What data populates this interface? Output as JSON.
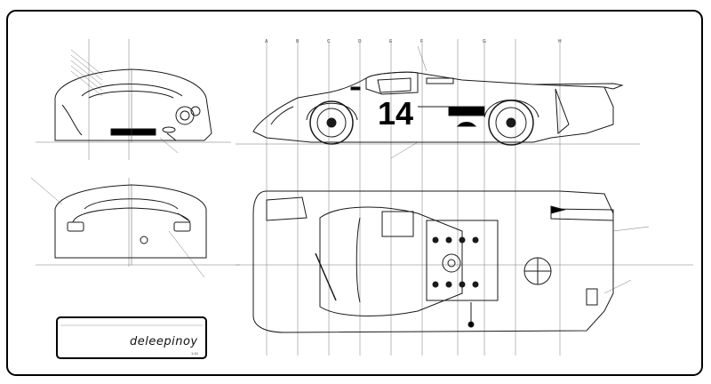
{
  "race_number": "14",
  "designer_signature": "deleepinoy",
  "title_block_scale": "1:10",
  "grid_letters": [
    "A",
    "B",
    "C",
    "D",
    "E",
    "F",
    "G",
    "H"
  ],
  "colors": {
    "ink": "#1a1a1a",
    "paper": "#ffffff",
    "frame": "#000000",
    "fill": "#000000"
  }
}
